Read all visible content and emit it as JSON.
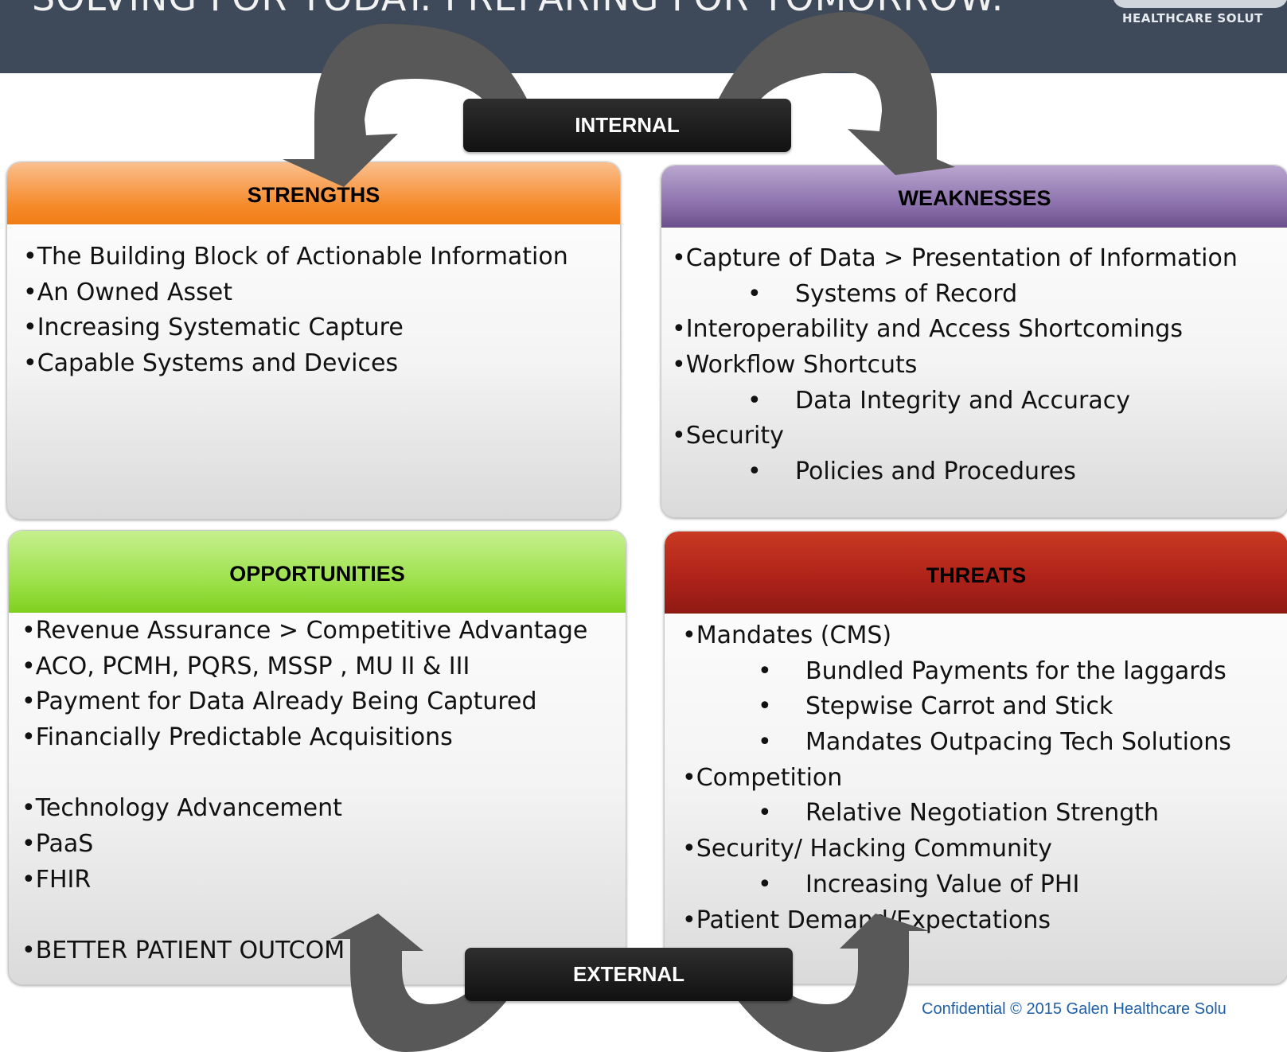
{
  "header": {
    "title": "SOLVING FOR TODAY. PREPARING FOR TOMORROW.",
    "logo_text": "HEALTHCARE SOLUT"
  },
  "labels": {
    "internal": "INTERNAL",
    "external": "EXTERNAL"
  },
  "strengths": {
    "title": "STRENGTHS",
    "items": [
      {
        "bullet": "• ",
        "text": "The Building Block of Actionable Information"
      },
      {
        "bullet": "• ",
        "text": "An Owned Asset"
      },
      {
        "bullet": "• ",
        "text": "Increasing Systematic Capture"
      },
      {
        "bullet": "• ",
        "text": "Capable Systems and Devices"
      }
    ]
  },
  "weaknesses": {
    "title": "WEAKNESSES",
    "items": [
      {
        "bullet": "•",
        "text": "Capture of Data > Presentation of Information"
      },
      {
        "bullet": "•",
        "text": "Systems of Record",
        "sub": true
      },
      {
        "bullet": "•",
        "text": "Interoperability and Access Shortcomings"
      },
      {
        "bullet": "•",
        "text": "Workflow Shortcuts"
      },
      {
        "bullet": "•",
        "text": "Data Integrity and Accuracy",
        "sub": true
      },
      {
        "bullet": "•",
        "text": "Security"
      },
      {
        "bullet": "•",
        "text": "Policies and Procedures",
        "sub": true
      }
    ]
  },
  "opportunities": {
    "title": "OPPORTUNITIES",
    "items": [
      {
        "bullet": "•",
        "text": "Revenue Assurance > Competitive Advantage"
      },
      {
        "bullet": "•",
        "text": "ACO, PCMH, PQRS, MSSP , MU II & III"
      },
      {
        "bullet": "•",
        "text": "Payment for Data Already Being Captured"
      },
      {
        "bullet": "•",
        "text": "Financially Predictable Acquisitions"
      },
      {
        "bullet": "",
        "text": ""
      },
      {
        "bullet": "•",
        "text": "Technology Advancement"
      },
      {
        "bullet": "•",
        "text": "PaaS"
      },
      {
        "bullet": "•",
        "text": "FHIR"
      },
      {
        "bullet": "",
        "text": ""
      },
      {
        "bullet": "•",
        "text": "BETTER PATIENT OUTCOM"
      }
    ]
  },
  "threats": {
    "title": "THREATS",
    "items": [
      {
        "bullet": "• ",
        "text": "Mandates (CMS)"
      },
      {
        "bullet": "•",
        "text": "Bundled Payments for the laggards",
        "sub": true
      },
      {
        "bullet": "•",
        "text": "Stepwise Carrot and Stick",
        "sub": true
      },
      {
        "bullet": "•",
        "text": "Mandates Outpacing Tech Solutions",
        "sub": true
      },
      {
        "bullet": "•",
        "text": "Competition"
      },
      {
        "bullet": "•",
        "text": "Relative Negotiation Strength",
        "sub": true
      },
      {
        "bullet": "•",
        "text": "Security/ Hacking Community"
      },
      {
        "bullet": "•",
        "text": "Increasing Value of PHI",
        "sub": true
      },
      {
        "bullet": "•",
        "text": "Patient Demand/Expectations"
      }
    ]
  },
  "footer": {
    "text": "Confidential © 2015 Galen Healthcare Solu"
  },
  "colors": {
    "header_bg": "#3e4a5a",
    "strengths": "#f58a2a",
    "weaknesses": "#7d5e9e",
    "opportunities": "#8fdc3a",
    "threats": "#a52318",
    "arrow": "#555555",
    "footer_text": "#1f5fa8"
  }
}
